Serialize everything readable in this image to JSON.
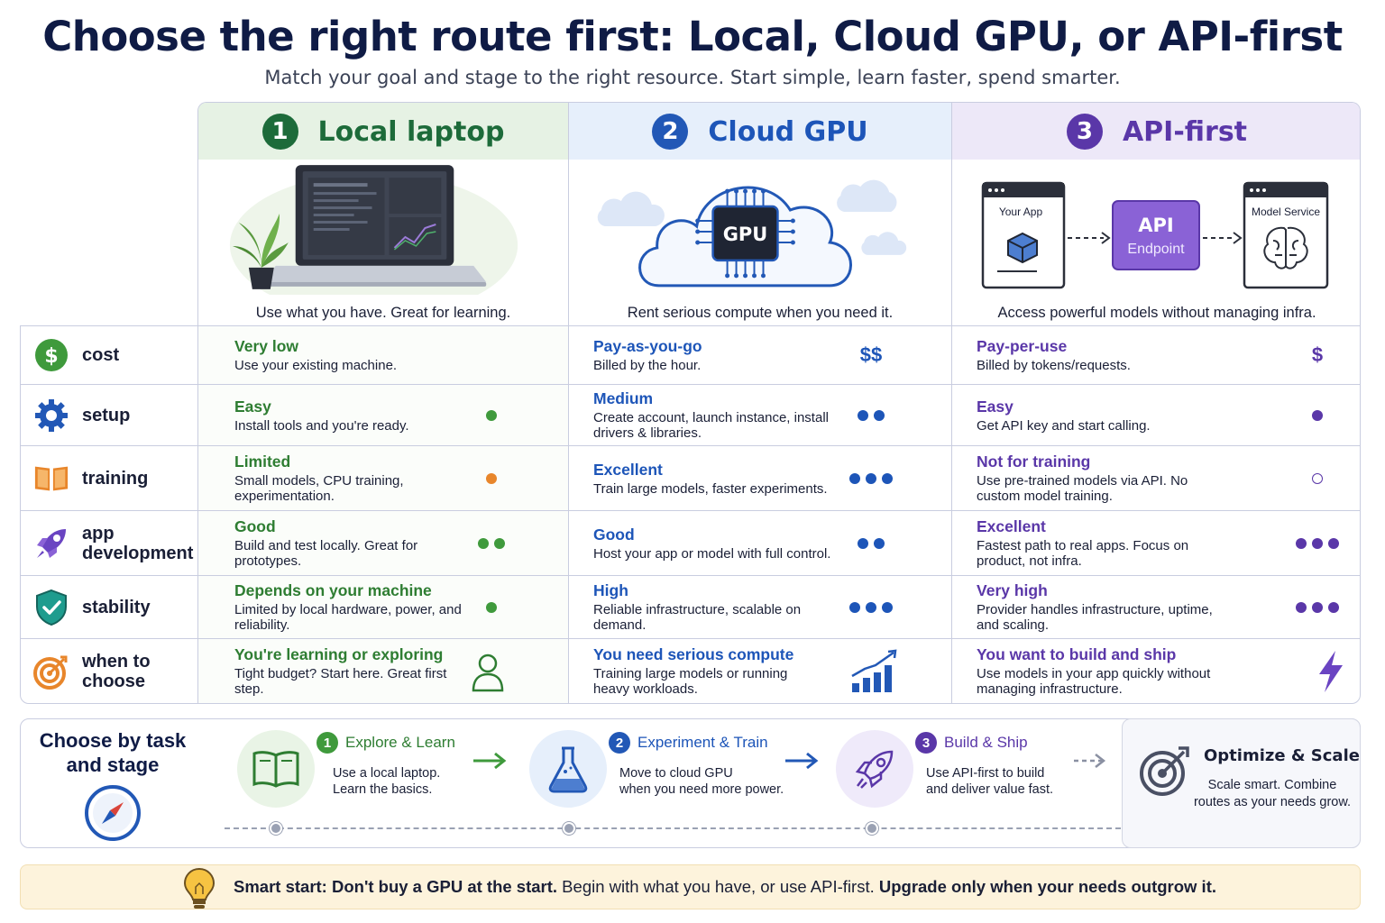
{
  "title": "Choose the right route first: Local, Cloud GPU, or API-first",
  "subtitle": "Match your goal and stage to the right resource. Start simple, learn faster, spend smarter.",
  "columns": [
    {
      "number": "1",
      "name": "Local laptop",
      "caption": "Use what you have. Great for learning."
    },
    {
      "number": "2",
      "name": "Cloud GPU",
      "caption": "Rent serious compute when you need it.",
      "chip_label": "GPU"
    },
    {
      "number": "3",
      "name": "API-first",
      "caption": "Access powerful models without managing infra.",
      "your_app_label": "Your App",
      "endpoint_line1": "API",
      "endpoint_line2": "Endpoint",
      "model_service_label": "Model Service"
    }
  ],
  "rows": [
    {
      "label": "cost",
      "icon": "dollar-icon",
      "local": {
        "head": "Very low",
        "desc": "Use your existing machine.",
        "indicator": ""
      },
      "cloud": {
        "head": "Pay-as-you-go",
        "desc": "Billed by the hour.",
        "indicator": "$$"
      },
      "api": {
        "head": "Pay-per-use",
        "desc": "Billed by tokens/requests.",
        "indicator": "$"
      }
    },
    {
      "label": "setup",
      "icon": "gear-icon",
      "local": {
        "head": "Easy",
        "desc": "Install tools and you're ready.",
        "dots": 1
      },
      "cloud": {
        "head": "Medium",
        "desc": "Create account, launch instance, install drivers & libraries.",
        "dots": 2
      },
      "api": {
        "head": "Easy",
        "desc": "Get API key and start calling.",
        "dots": 1
      }
    },
    {
      "label": "training",
      "icon": "book-icon",
      "local": {
        "head": "Limited",
        "desc": "Small models, CPU training, experimentation.",
        "dots": 1
      },
      "cloud": {
        "head": "Excellent",
        "desc": "Train large models, faster experiments.",
        "dots": 3
      },
      "api": {
        "head": "Not for training",
        "desc": "Use pre-trained models via API. No custom model training.",
        "dots": 0
      }
    },
    {
      "label_line1": "app",
      "label_line2": "development",
      "icon": "rocket-icon",
      "local": {
        "head": "Good",
        "desc": "Build and test locally. Great for prototypes.",
        "dots": 2
      },
      "cloud": {
        "head": "Good",
        "desc": "Host your app or model with full control.",
        "dots": 2
      },
      "api": {
        "head": "Excellent",
        "desc": "Fastest path to real apps. Focus on product, not infra.",
        "dots": 3
      }
    },
    {
      "label": "stability",
      "icon": "shield-check-icon",
      "local": {
        "head": "Depends on your machine",
        "desc": "Limited by local hardware, power, and reliability.",
        "dots": 1
      },
      "cloud": {
        "head": "High",
        "desc": "Reliable infrastructure, scalable on demand.",
        "dots": 3
      },
      "api": {
        "head": "Very high",
        "desc": "Provider handles infrastructure, uptime, and scaling.",
        "dots": 3
      }
    },
    {
      "label_line1": "when to",
      "label_line2": "choose",
      "icon": "target-icon",
      "local": {
        "head": "You're learning or exploring",
        "desc": "Tight budget? Start here. Great first step.",
        "icon": "person-icon"
      },
      "cloud": {
        "head": "You need serious compute",
        "desc": "Training large models or running heavy workloads.",
        "icon": "growth-chart-icon"
      },
      "api": {
        "head": "You want to build and ship",
        "desc": "Use models in your app quickly without managing infrastructure.",
        "icon": "lightning-icon"
      }
    }
  ],
  "task": {
    "title_line1": "Choose by task",
    "title_line2": "and stage",
    "steps": [
      {
        "number": "1",
        "title": "Explore & Learn",
        "desc_line1": "Use a local laptop.",
        "desc_line2": "Learn the basics."
      },
      {
        "number": "2",
        "title": "Experiment & Train",
        "desc_line1": "Move to cloud GPU",
        "desc_line2": "when you need more power."
      },
      {
        "number": "3",
        "title": "Build & Ship",
        "desc_line1": "Use API-first to build",
        "desc_line2": "and deliver value fast."
      }
    ],
    "scale": {
      "title": "Optimize & Scale",
      "desc": "Scale smart. Combine routes as your needs grow."
    }
  },
  "smart_start": {
    "bold1": "Smart start: Don't buy a GPU at the start.",
    "normal": " Begin with what you have, or use API-first. ",
    "bold2": "Upgrade only when your needs outgrow it."
  },
  "colors": {
    "local": "#2e7d32",
    "cloud": "#1d55b8",
    "api": "#5a37a8",
    "orange": "#e8862b"
  }
}
